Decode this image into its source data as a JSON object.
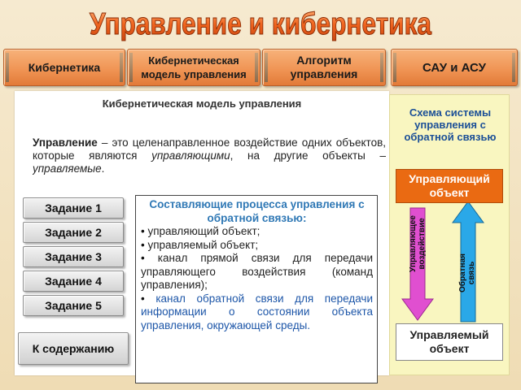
{
  "header": {
    "title": "Управление и кибернетика",
    "title_color": "#e85a1a"
  },
  "tabs": [
    {
      "label": "Кибернетика"
    },
    {
      "label": "Кибернетическая модель управления"
    },
    {
      "label": "Алгоритм управления"
    },
    {
      "label": "САУ и АСУ"
    }
  ],
  "content": {
    "title": "Кибернетическая модель управления",
    "definition": {
      "term": "Управление",
      "part1": " – это целенаправленное воздействие одних объектов, которые являются ",
      "italic1": "управляющими",
      "part2": ", на другие объекты – ",
      "italic2": "управляемые",
      "part3": "."
    }
  },
  "tasks": [
    "Задание 1",
    "Задание 2",
    "Задание 3",
    "Задание 4",
    "Задание 5"
  ],
  "contents_button": "К содержанию",
  "popup": {
    "title": "Составляющие процесса управления с обратной связью:",
    "items": [
      "управляющий объект;",
      "управляемый объект;",
      "канал прямой связи для передачи управляющего воздействия (команд управления);",
      "канал обратной связи для передачи информации о состоянии объекта управления, окружающей среды."
    ]
  },
  "scheme": {
    "title": "Схема системы управления с обратной связью",
    "top_box": "Управляющий объект",
    "bottom_box": "Управляемый объект",
    "down_arrow_label": "Управляющее воздействие",
    "up_arrow_label": "Обратная связь",
    "colors": {
      "top_box": "#ea6a12",
      "down_arrow": "#e04fd0",
      "up_arrow": "#2aa8e8",
      "background": "#f9f6c0"
    }
  }
}
